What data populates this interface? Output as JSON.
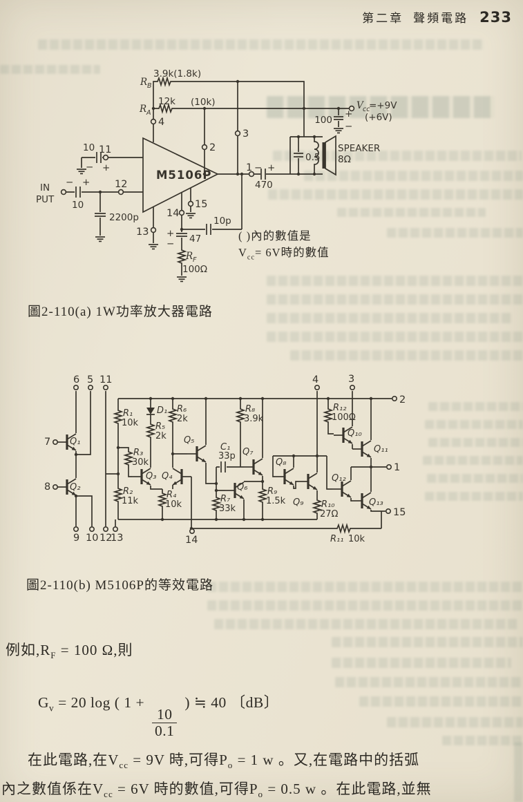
{
  "page": {
    "header_chapter": "第二章",
    "header_section": "聲頻電路",
    "page_number": "233"
  },
  "fig_a": {
    "caption": "圖2-110(a)  1W功率放大器電路",
    "ic_label": "M5106P",
    "rb_base": "R",
    "rb_sub": "B",
    "rb_value": "3.9k(1.8k)",
    "ra_base": "R",
    "ra_sub": "A",
    "ra_value": "12k",
    "ra_alt": "(10k)",
    "rf_base": "R",
    "rf_sub": "F",
    "rf_value": "100Ω",
    "vcc_base": "V",
    "vcc_sub": "cc",
    "vcc_rest": "=+9V",
    "vcc_alt": "(+6V)",
    "speaker_line1": "SPEAKER",
    "speaker_line2": "8Ω",
    "input_line1": "IN",
    "input_line2": "PUT",
    "cap_pin11": "10",
    "cap_input": "10",
    "cap_input2": "2200p",
    "cap_nf": "47",
    "cap_fb": "10p",
    "cap_out": "470",
    "cap_vcc": "100",
    "cap_spk": "0.5",
    "pin_1": "1",
    "pin_2": "2",
    "pin_3": "3",
    "pin_4": "4",
    "pin_11": "11",
    "pin_12": "12",
    "pin_13": "13",
    "pin_14": "14",
    "pin_15": "15",
    "plus": "+",
    "minus": "−",
    "note_line1": "( )內的數值是",
    "note_line2": [
      "V",
      {
        "sub": "cc"
      },
      "= 6V時的數值"
    ]
  },
  "fig_b": {
    "caption": "圖2-110(b) M5106P的等效電路",
    "q1": "Q₁",
    "q2": "Q₂",
    "q3": "Q₃",
    "q4": "Q₄",
    "q5": "Q₅",
    "q6": "Q₆",
    "q7": "Q₇",
    "q8": "Q₈",
    "q9": "Q₉",
    "q10": "Q₁₀",
    "q11": "Q₁₁",
    "q12": "Q₁₂",
    "q13": "Q₁₃",
    "r1n": "R₁",
    "r1v": "10k",
    "r2n": "R₂",
    "r2v": "11k",
    "r3n": "R₃",
    "r3v": "30k",
    "r4n": "R₄",
    "r4v": "10k",
    "r5n": "R₅",
    "r5v": "2k",
    "r6n": "R₆",
    "r6v": "2k",
    "r7n": "R₇",
    "r7v": "33k",
    "r8n": "R₈",
    "r8v": "3.9k",
    "r9n": "R₉",
    "r9v": "1.5k",
    "r10n": "R₁₀",
    "r10v": "27Ω",
    "r11n": "R₁₁",
    "r11v": "10k",
    "r12n": "R₁₂",
    "r12v": "100Ω",
    "c1n": "C₁",
    "c1v": "33p",
    "d1": "D₁",
    "p1": "1",
    "p2": "2",
    "p3": "3",
    "p4": "4",
    "p5": "5",
    "p6": "6",
    "p7": "7",
    "p8": "8",
    "p9": "9",
    "p10": "10",
    "p11": "11",
    "p12": "12",
    "p13": "13",
    "p14": "14",
    "p15": "15"
  },
  "text": {
    "example": [
      "例如,R",
      {
        "sub": "F"
      },
      " = 100 Ω,則"
    ],
    "formula": [
      "G",
      {
        "sub": "v"
      },
      " = 20 log ( 1 + ",
      {
        "frac": [
          "10",
          "0.1"
        ]
      },
      " ) ≒ 40 〔dB〕"
    ],
    "para1": [
      "在此電路,在V",
      {
        "sub": "cc"
      },
      " = 9V 時,可得P",
      {
        "sub": "o"
      },
      " = 1 w 。又,在電路中的括弧"
    ],
    "para2": [
      "內之數值係在V",
      {
        "sub": "cc"
      },
      " = 6V 時的數值,可得P",
      {
        "sub": "o"
      },
      " = 0.5 w 。在此電路,並無"
    ]
  }
}
